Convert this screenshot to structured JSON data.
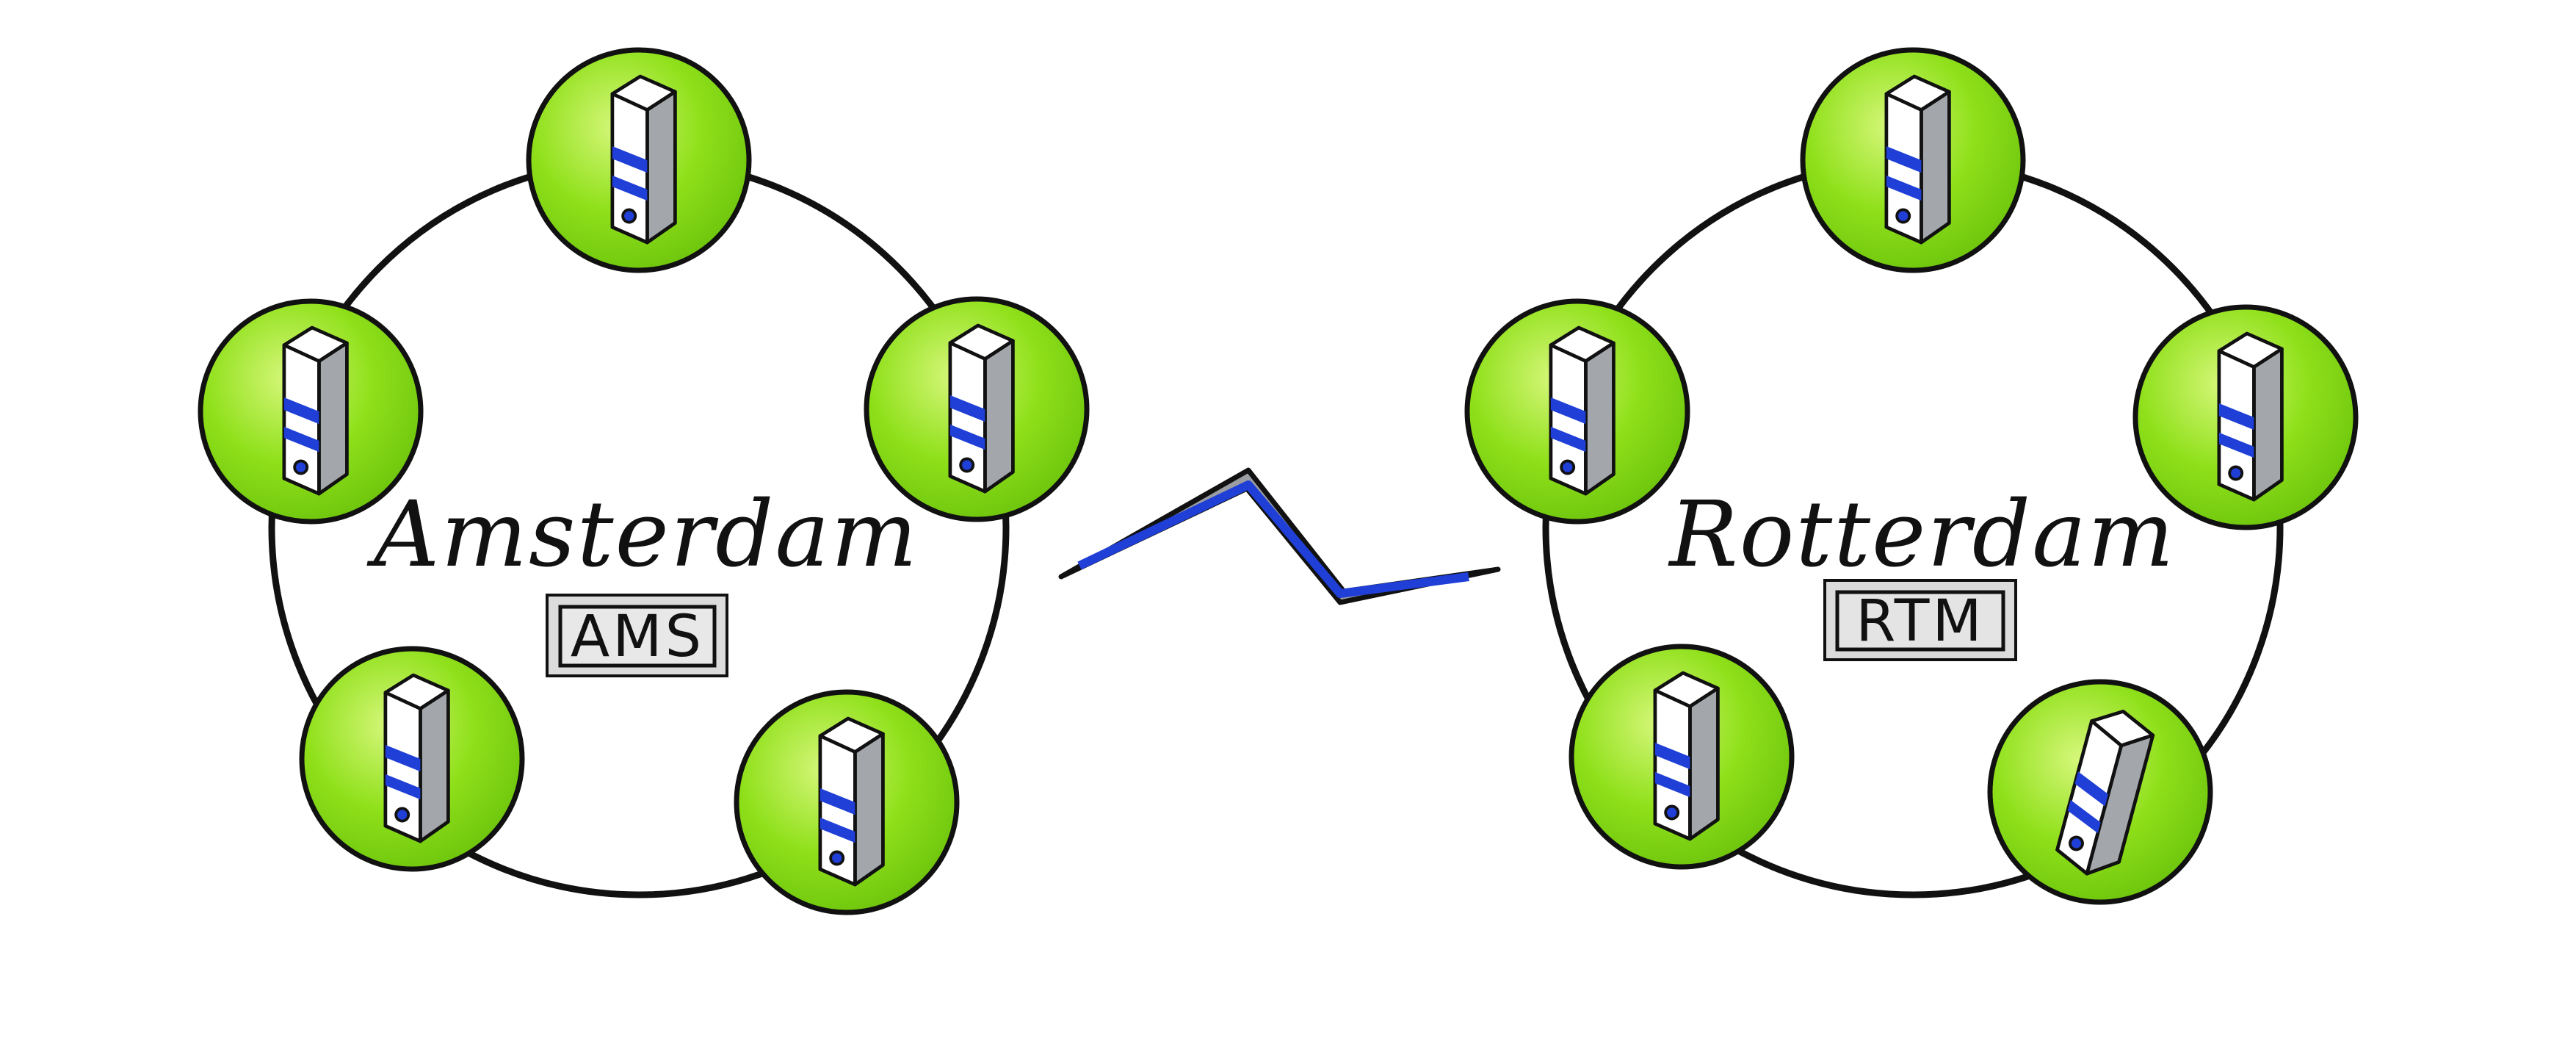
{
  "colors": {
    "node_fill": "#8fe01a",
    "node_fill_light": "#c8f25a",
    "node_outline": "#111111",
    "ring_stroke": "#111111",
    "server_body": "#ffffff",
    "server_side": "#9a9ea3",
    "server_stripe": "#1f3fd6",
    "label_box": "#d9d9d9",
    "link_blue": "#1f3fd6",
    "link_gray": "#9a9ea3"
  },
  "icons": {
    "node": "server-icon",
    "link": "wan-link-icon"
  },
  "clusters": [
    {
      "name": "Amsterdam",
      "code": "AMS",
      "servers": [
        "server",
        "server",
        "server",
        "server",
        "server"
      ]
    },
    {
      "name": "Rotterdam",
      "code": "RTM",
      "servers": [
        "server",
        "server",
        "server",
        "server",
        "server"
      ]
    }
  ]
}
